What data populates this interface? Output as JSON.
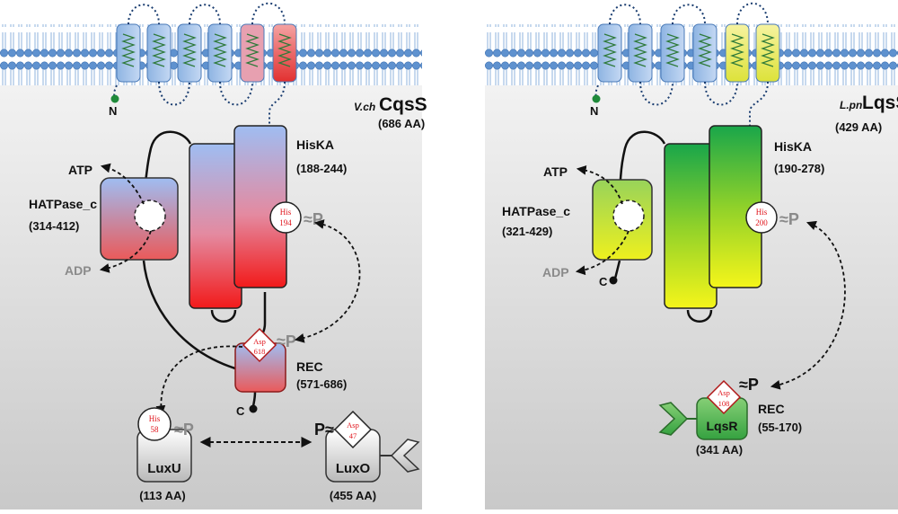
{
  "left_panel": {
    "protein_prefix": "V.ch",
    "protein_name": "CqsS",
    "protein_length": "(686 AA)",
    "n_terminus": "N",
    "hiska": {
      "name": "HisKA",
      "range": "(188-244)",
      "residue_top": "His",
      "residue_bottom": "194"
    },
    "hatpase": {
      "name": "HATPase_c",
      "range": "(314-412)"
    },
    "atp": "ATP",
    "adp": "ADP",
    "phospho_his": "≈P",
    "phospho_asp": "≈P",
    "rec": {
      "name": "REC",
      "range": "(571-686)",
      "residue_top": "Asp",
      "residue_bottom": "618"
    },
    "c_terminus": "C",
    "luxu": {
      "name": "LuxU",
      "length": "(113 AA)",
      "residue_top": "His",
      "residue_bottom": "58",
      "phospho": "≈P"
    },
    "luxo": {
      "name": "LuxO",
      "length": "(455 AA)",
      "residue_top": "Asp",
      "residue_bottom": "47",
      "phospho": "P≈"
    }
  },
  "right_panel": {
    "protein_prefix": "L.pn",
    "protein_name": "LqsS",
    "protein_length": "(429 AA)",
    "n_terminus": "N",
    "hiska": {
      "name": "HisKA",
      "range": "(190-278)",
      "residue_top": "His",
      "residue_bottom": "200"
    },
    "hatpase": {
      "name": "HATPase_c",
      "range": "(321-429)"
    },
    "atp": "ATP",
    "adp": "ADP",
    "c_terminus": "C",
    "phospho_his": "≈P",
    "phospho_asp": "≈P",
    "rec": {
      "name": "REC",
      "range": "(55-170)",
      "residue_top": "Asp",
      "residue_bottom": "108"
    },
    "lqsr": {
      "name": "LqsR",
      "length": "(341 AA)"
    }
  }
}
